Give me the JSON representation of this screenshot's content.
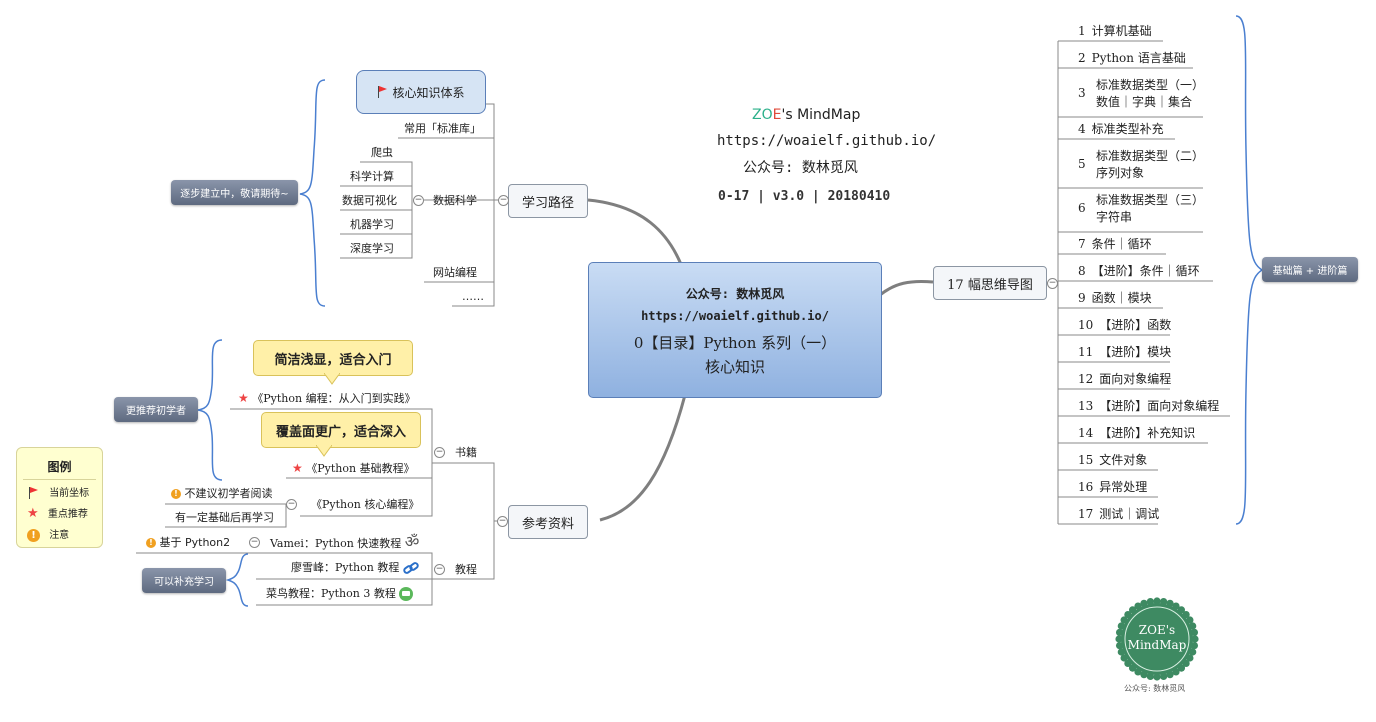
{
  "header": {
    "brand_zo": "ZO",
    "brand_e": "E",
    "brand_rest": "'s MindMap",
    "url": "https://woaielf.github.io/",
    "wechat": "公众号: 数林觅风",
    "version": "0-17 | v3.0 | 20180410"
  },
  "center": {
    "wechat": "公众号: 数林觅风",
    "url": "https://woaielf.github.io/",
    "title_line1": "0【目录】Python 系列（一）",
    "title_line2": "核心知识"
  },
  "learning_path": {
    "label": "学习路径",
    "tag": "逐步建立中，敬请期待~",
    "current": "核心知识体系",
    "stdlib": "常用「标准库」",
    "data_science": "数据科学",
    "ds_items": [
      "爬虫",
      "科学计算",
      "数据可视化",
      "机器学习",
      "深度学习"
    ],
    "web": "网站编程",
    "more": "……"
  },
  "references": {
    "label": "参考资料",
    "books_label": "书籍",
    "tutorials_label": "教程",
    "beginner_tag": "更推荐初学者",
    "callout1": "简洁浅显，适合入门",
    "callout2": "覆盖面更广，适合深入",
    "book1": "《Python 编程：从入门到实践》",
    "book2": "《Python 基础教程》",
    "book3": "《Python 核心编程》",
    "book3_note1": "不建议初学者阅读",
    "book3_note2": "有一定基础后再学习",
    "tut1": "Vamei：Python 快速教程",
    "tut1_note": "基于 Python2",
    "tut2": "廖雪峰：Python 教程",
    "tut3": "菜鸟教程：Python 3 教程",
    "supplement_tag": "可以补充学习"
  },
  "legend": {
    "title": "图例",
    "items": [
      "当前坐标",
      "重点推荐",
      "注意"
    ]
  },
  "right": {
    "label": "17 幅思维导图",
    "tag": "基础篇 + 进阶篇",
    "items": [
      {
        "num": "1",
        "text": "计算机基础"
      },
      {
        "num": "2",
        "text": "Python 语言基础"
      },
      {
        "num": "3",
        "text": "标准数据类型（一）",
        "sub": "数值｜字典｜集合"
      },
      {
        "num": "4",
        "text": "标准类型补充"
      },
      {
        "num": "5",
        "text": "标准数据类型（二）",
        "sub": "序列对象"
      },
      {
        "num": "6",
        "text": "标准数据类型（三）",
        "sub": "字符串"
      },
      {
        "num": "7",
        "text": "条件｜循环"
      },
      {
        "num": "8",
        "text": "【进阶】条件｜循环"
      },
      {
        "num": "9",
        "text": "函数｜模块"
      },
      {
        "num": "10",
        "text": "【进阶】函数"
      },
      {
        "num": "11",
        "text": "【进阶】模块"
      },
      {
        "num": "12",
        "text": "面向对象编程"
      },
      {
        "num": "13",
        "text": "【进阶】面向对象编程"
      },
      {
        "num": "14",
        "text": "【进阶】补充知识"
      },
      {
        "num": "15",
        "text": "文件对象"
      },
      {
        "num": "16",
        "text": "异常处理"
      },
      {
        "num": "17",
        "text": "测试｜调试"
      }
    ]
  },
  "seal": {
    "line1": "ZOE's",
    "line2": "MindMap",
    "caption": "公众号: 数林觅风"
  },
  "colors": {
    "center_top": "#c9dcf4",
    "center_bottom": "#8fb1e0",
    "brace": "#4a7fd0",
    "seal": "#3e8a62"
  }
}
